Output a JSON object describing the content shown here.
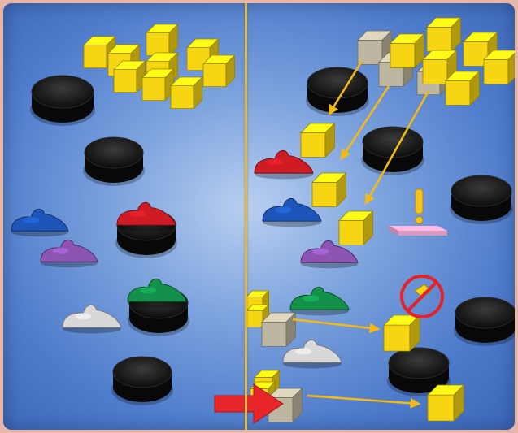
{
  "title": "",
  "colors": {
    "background_top": "#b9cff0",
    "background_edge": "#3b66b9",
    "frame": "#e7b7aa",
    "divider": "#e3b84a",
    "cube_yellow": "#f6d513",
    "cube_grey": "#bdb7a1",
    "puck_black": "#151515",
    "arrow_yellow": "#f3b915",
    "arrow_red": "#e8262a",
    "ban_red": "#e32229",
    "tile_pink": "#f0a8d2",
    "exclamation": "#f4c417"
  },
  "panels": [
    {
      "name": "left-panel",
      "mice": [
        "blue",
        "purple",
        "red",
        "green",
        "white"
      ],
      "cheese_cubes": 9,
      "pucks": 5
    },
    {
      "name": "right-panel",
      "mice": [
        "red",
        "blue",
        "purple",
        "green",
        "white"
      ],
      "cheese_cubes": 12,
      "grey_cubes": 6,
      "pucks": 5,
      "icons": [
        "exclamation-mark-icon",
        "prohibited-icon",
        "red-arrow-icon"
      ]
    }
  ]
}
